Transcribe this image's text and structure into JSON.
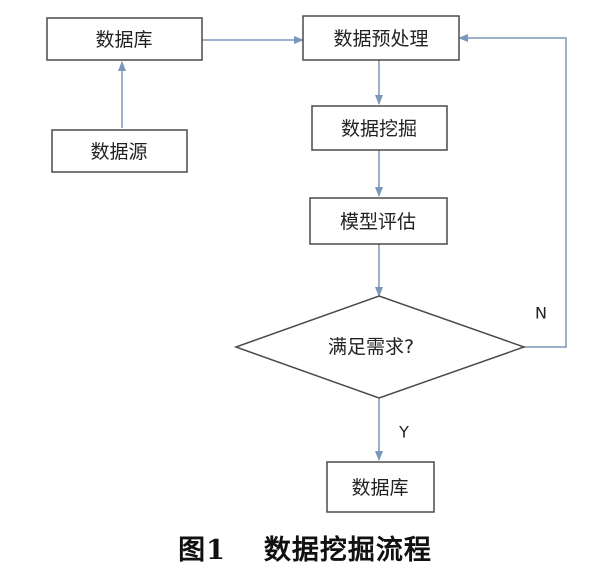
{
  "nodes": {
    "database_top": "数据库",
    "data_source": "数据源",
    "preprocess": "数据预处理",
    "mining": "数据挖掘",
    "evaluation": "模型评估",
    "decision": "满足需求?",
    "database_bottom": "数据库"
  },
  "edges": {
    "yes_label": "Y",
    "no_label": "N"
  },
  "caption": {
    "figure_number": "图1",
    "title": "数据挖掘流程"
  },
  "colors": {
    "box_border": "#4a4a4a",
    "arrow": "#7a96b8",
    "text": "#222222"
  }
}
